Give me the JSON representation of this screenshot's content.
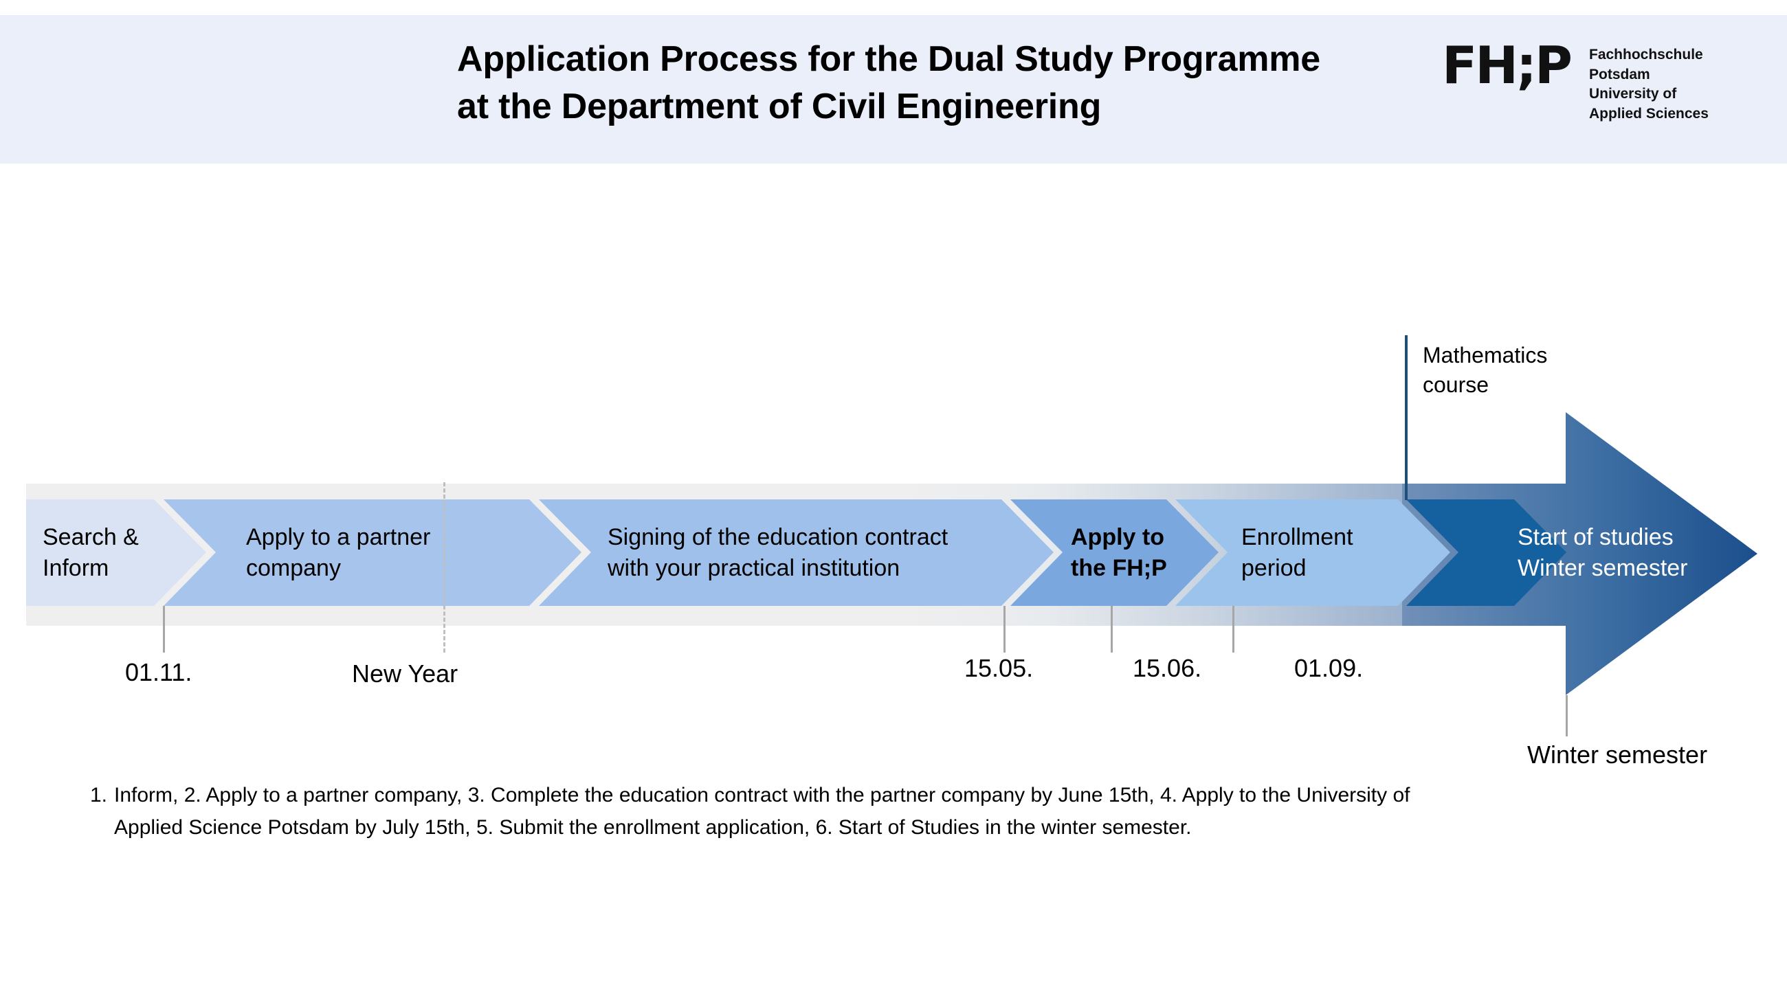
{
  "header": {
    "title_line1": "Application Process for the Dual Study Programme",
    "title_line2": "at the Department of Civil Engineering",
    "band_color": "#EAEFFA"
  },
  "logo": {
    "mark": "FH;P",
    "line1": "Fachhochschule Potsdam",
    "line2": "University of",
    "line3": "Applied Sciences"
  },
  "timeline": {
    "steps": [
      {
        "id": "search-inform",
        "label_line1": "Search &",
        "label_line2": "Inform",
        "color": "#DAE3F3"
      },
      {
        "id": "apply-partner",
        "label_line1": "Apply to a partner",
        "label_line2": "company",
        "color": "#A6C4EC"
      },
      {
        "id": "signing-contract",
        "label_line1": "Signing of the education contract",
        "label_line2": "with your practical institution",
        "color": "#9EC0EA"
      },
      {
        "id": "apply-fhp",
        "label_line1": "Apply to",
        "label_line2": "the FH;P",
        "color": "#7BA7DF"
      },
      {
        "id": "enrollment",
        "label_line1": "Enrollment",
        "label_line2": "period",
        "color": "#9CC3EC"
      },
      {
        "id": "transition",
        "label_line1": "",
        "label_line2": "",
        "color": "#15609F"
      },
      {
        "id": "start-studies",
        "label_line1": "Start of studies",
        "label_line2": "Winter semester",
        "color": "#6E8CB5"
      }
    ],
    "markers": [
      {
        "id": "date-0111",
        "label": "01.11.",
        "type": "solid"
      },
      {
        "id": "new-year",
        "label": "New Year",
        "type": "dashed"
      },
      {
        "id": "date-1505",
        "label": "15.05.",
        "type": "solid"
      },
      {
        "id": "date-1506",
        "label": "15.06.",
        "type": "solid"
      },
      {
        "id": "date-0109",
        "label": "01.09.",
        "type": "solid"
      },
      {
        "id": "winter-semester",
        "label": "Winter semester",
        "type": "solid"
      }
    ],
    "callout": {
      "line1": "Mathematics",
      "line2": "course"
    },
    "arrow_gradient_start": "#7190B8",
    "arrow_gradient_end": "#1B4F8C",
    "track_color": "#EFEFEF"
  },
  "footnote": {
    "number": "1.",
    "text": "Inform, 2. Apply to a partner company, 3. Complete the education contract with the partner company by June 15th, 4. Apply to the University of Applied Science Potsdam by July 15th, 5. Submit the enrollment application, 6. Start of Studies in the winter semester."
  }
}
